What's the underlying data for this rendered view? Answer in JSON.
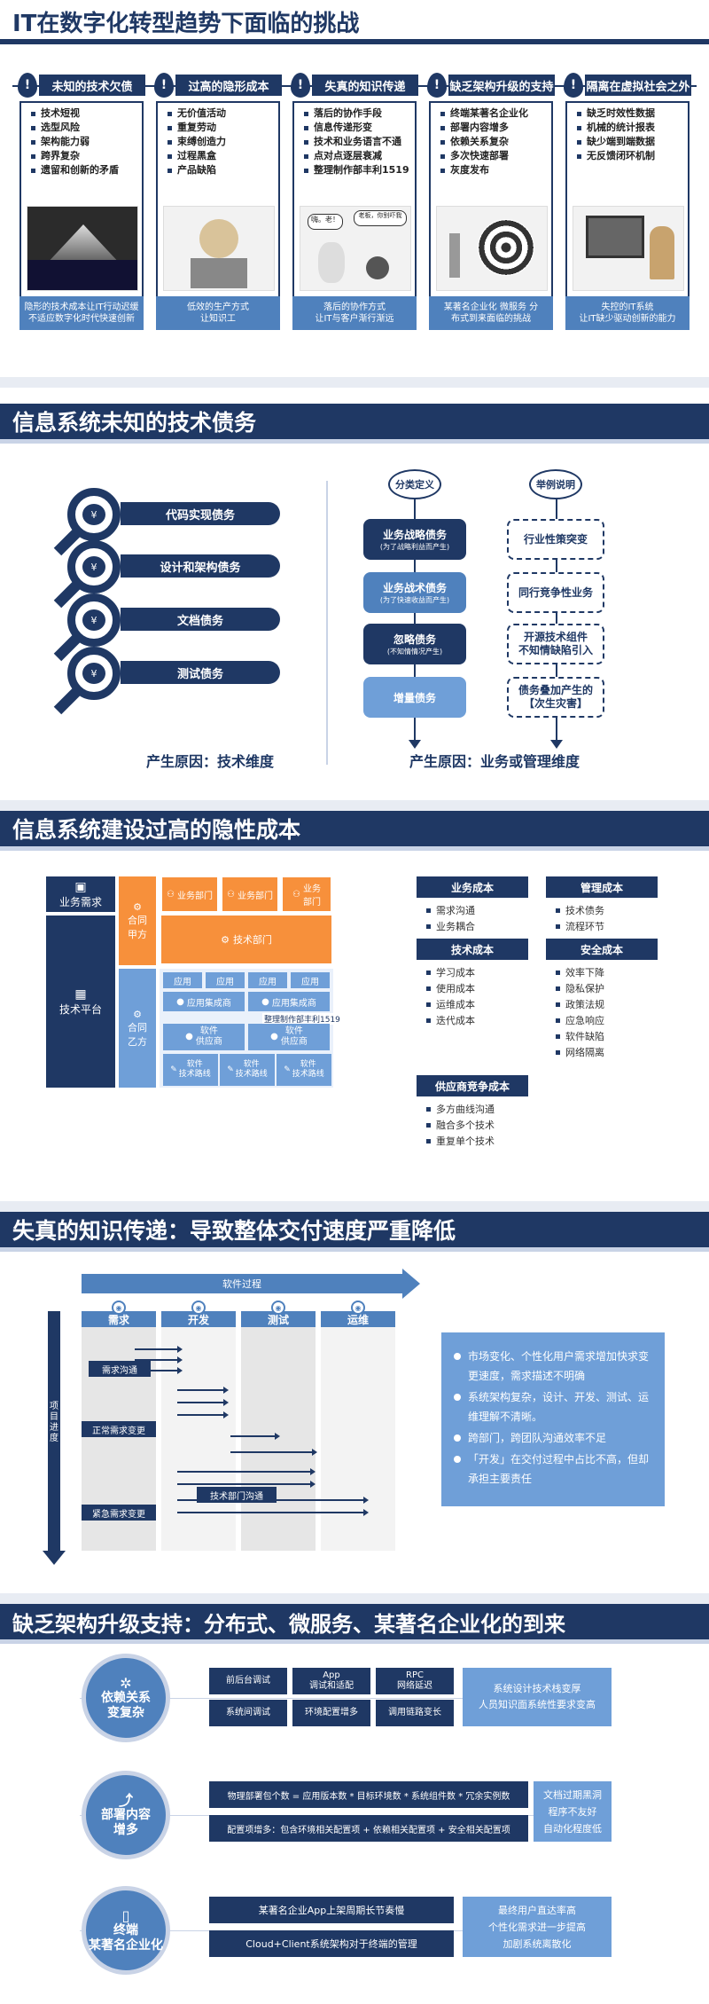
{
  "s1": {
    "title": "IT在数字化转型趋势下面临的挑战",
    "cols": [
      {
        "title": "未知的技术欠债",
        "items": [
          "技术短视",
          "选型风险",
          "架构能力弱",
          "跨界复杂",
          "遗留和创新的矛盾"
        ],
        "footer": "隐形的技术成本让IT行动迟缓\n不适应数字化时代快速创新"
      },
      {
        "title": "过高的隐形成本",
        "items": [
          "无价值活动",
          "重复劳动",
          "束缚创造力",
          "过程黑盒",
          "产品缺陷"
        ],
        "footer": "低效的生产方式\n让知识工"
      },
      {
        "title": "失真的知识传递",
        "items": [
          "落后的协作手段",
          "信息传递形变",
          "技术和业务语言不通",
          "点对点逐层衰减",
          "整理制作部丰利1519"
        ],
        "footer": "落后的协作方式\n让IT与客户渐行渐远"
      },
      {
        "title": "缺乏架构升级的支持",
        "items": [
          "终端某著名企业化",
          "部署内容增多",
          "依赖关系复杂",
          "多次快速部署",
          "灰度发布"
        ],
        "footer": "某著名企业化 微服务 分\n布式到来面临的挑战"
      },
      {
        "title": "隔离在虚拟社会之外",
        "items": [
          "缺乏时效性数据",
          "机械的统计报表",
          "缺少端到端数据",
          "无反馈闭环机制"
        ],
        "footer": "失控的IT系统\n让IT缺少驱动创新的能力"
      }
    ],
    "bubble": "嗨。老！",
    "bubble2": "老板，你别吓我"
  },
  "s2": {
    "title": "信息系统未知的技术债务",
    "left_items": [
      "代码实现债务",
      "设计和架构债务",
      "文档债务",
      "测试债务"
    ],
    "left_cause": "产生原因：技术维度",
    "class_label": "分类定义",
    "example_label": "举例说明",
    "defs": [
      {
        "name": "业务战略债务",
        "sub": "(为了战略利益而产生)"
      },
      {
        "name": "业务战术债务",
        "sub": "(为了快速收益而产生)"
      },
      {
        "name": "忽略债务",
        "sub": "(不知情情况产生)"
      },
      {
        "name": "增量债务",
        "sub": ""
      }
    ],
    "examples": [
      "行业性策突变",
      "同行竞争性业务",
      "开源技术组件\n不知情缺陷引入",
      "债务叠加产生的\n【次生灾害】"
    ],
    "right_cause": "产生原因：业务或管理维度"
  },
  "s3": {
    "title": "信息系统建设过高的隐性成本",
    "biz_need": "业务需求",
    "tech_platform": "技术平台",
    "party_a": "合同\n甲方",
    "party_b": "合同\n乙方",
    "biz_depts": [
      "业务部门",
      "业务部门",
      "业务\n部门"
    ],
    "tech_dept": "技术部门",
    "apps": [
      "应用",
      "应用",
      "应用",
      "应用"
    ],
    "integrators": [
      "应用集成商",
      "应用集成商"
    ],
    "watermark": "整理制作部丰利1519",
    "suppliers": [
      "软件\n供应商",
      "软件\n供应商"
    ],
    "routes": [
      "软件\n技术路线",
      "软件\n技术路线",
      "软件\n技术路线"
    ],
    "cost_boxes": [
      {
        "title": "业务成本",
        "items": [
          "需求沟通",
          "业务耦合"
        ]
      },
      {
        "title": "管理成本",
        "items": [
          "技术债务",
          "流程环节"
        ]
      },
      {
        "title": "技术成本",
        "items": [
          "学习成本",
          "使用成本",
          "运维成本",
          "迭代成本"
        ]
      },
      {
        "title": "安全成本",
        "items": [
          "效率下降",
          "隐私保护",
          "政策法规",
          "应急响应",
          "软件缺陷",
          "网络隔离"
        ]
      },
      {
        "title": "供应商竞争成本",
        "items": [
          "多方曲线沟通",
          "融合多个技术",
          "重复单个技术"
        ]
      }
    ]
  },
  "s4": {
    "title": "失真的知识传递：导致整体交付速度严重降低",
    "process": "软件过程",
    "phases": [
      "需求",
      "开发",
      "测试",
      "运维"
    ],
    "progress": "项目\n进度",
    "labels": [
      "需求沟通",
      "正常需求变更",
      "技术部门沟通",
      "紧急需求变更"
    ],
    "points": [
      "市场变化、个性化用户需求增加快求变更速度，需求描述不明确",
      "系统架构复杂，设计、开发、测试、运维理解不清晰。",
      "跨部门，跨团队沟通效率不足",
      "「开发」在交付过程中占比不高，但却承担主要责任"
    ]
  },
  "s5": {
    "title": "缺乏架构升级支持：分布式、微服务、某著名企业化的到来",
    "rows": [
      {
        "circle": "依赖关系\n变复杂",
        "cells": [
          "前后台调试",
          "App\n调试和适配",
          "RPC\n网络延迟",
          "系统间调试",
          "环境配置增多",
          "调用链路变长"
        ],
        "side": "系统设计技术栈变厚\n人员知识面系统性要求变高"
      },
      {
        "circle": "部署内容\n增多",
        "cells": [
          "物理部署包个数 = 应用版本数 * 目标环境数 * 系统组件数 * 冗余实例数",
          "配置项增多：包含环境相关配置项 + 依赖相关配置项 + 安全相关配置项"
        ],
        "side": "文档过期黑洞\n程序不友好\n自动化程度低"
      },
      {
        "circle": "终端\n某著名企业化",
        "cells": [
          "某著名企业App上架周期长节奏慢",
          "Cloud+Client系统架构对于终端的管理"
        ],
        "side": "最终用户直达率高\n个性化需求进一步提高\n加剧系统离散化"
      }
    ]
  },
  "colors": {
    "navy": "#1f3864",
    "blue": "#4f81bd",
    "light_blue": "#6f9fd8",
    "orange": "#f7903b"
  }
}
